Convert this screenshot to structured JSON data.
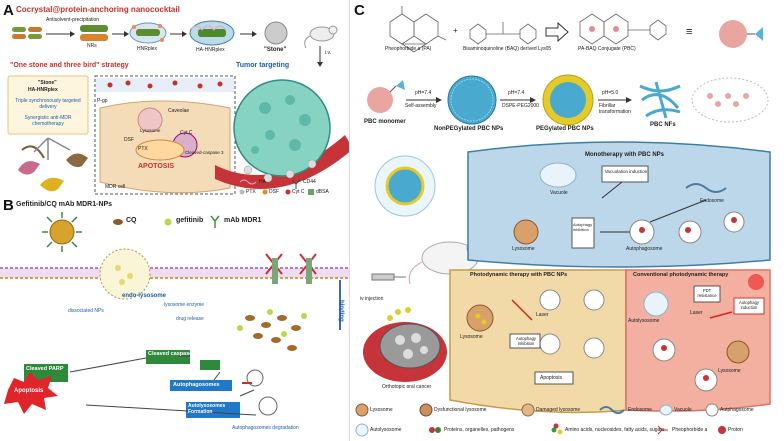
{
  "panel_a": {
    "letter": "A",
    "title": "Cocrystal@protein-anchoring nanococktail",
    "step1": "Antisolvent-precipitation",
    "np_labels": [
      "NRs",
      "HNRplex",
      "HA-HNRplex"
    ],
    "stone": "\"Stone\"",
    "route": "i.v.",
    "strategy": "\"One stone and three bird\" strategy",
    "tumor_targeting": "Tumor targeting",
    "stone_box_title1": "\"Stone\"",
    "stone_box_title2": "HA-HNRplex",
    "stone_box_items": [
      "Triple synchronously targeted delivery",
      "Synergistic anti-MDR chemotherapy"
    ],
    "cell_labels": [
      "P-gp",
      "Caveolae",
      "Lysosome",
      "Cyt C",
      "Cleaved-caspase 3",
      "APOTOSIS",
      "MDR cell"
    ],
    "drug_labels": [
      "DSF",
      "PTX"
    ],
    "legend": [
      "HA",
      "CD44",
      "PTX",
      "DSF",
      "Cyt C",
      "dBSA"
    ]
  },
  "panel_b": {
    "letter": "B",
    "title": "Gefitinib/CQ mAb MDR1-NPs",
    "legend": [
      "CQ",
      "gefitinib",
      "mAb MDR1"
    ],
    "labels": [
      "endo-lysosome",
      "lysosome enzyme",
      "drug release",
      "dissociated NPs",
      "binding"
    ],
    "flow": [
      "Cleaved caspase 3",
      "Cleaved PARP",
      "Autophagosomes",
      "Autolysosomes Formation",
      "Autophagosomes degradation",
      "Apoptosis"
    ]
  },
  "panel_c": {
    "letter": "C",
    "compounds": [
      "Pheophorbide a (PA)",
      "Bisaminoquinoline (BAQ) derived Lys05",
      "PA-BAQ Conjugate (PBC)"
    ],
    "plus": "+",
    "equals": "≡",
    "assembly": [
      "PBC monomer",
      "NonPEGylated PBC NPs",
      "PEGylated PBC NPs",
      "PBC NFs"
    ],
    "arrows": [
      "pH=7.4",
      "Self-assembly",
      "pH=7.4",
      "DSPE-PEG2000",
      "pH=5.0",
      "Fibrillar transformation"
    ],
    "mono_title": "Monotherapy with PBC NPs",
    "mono_labels": [
      "Vacuolation induction",
      "Vacuole",
      "Endosome",
      "Lysosome",
      "Autophagy inhibition",
      "Autophagosome"
    ],
    "iv": "iv injection",
    "tumor": "Orthotopic oral cancer",
    "pdt_title": "Photodynamic therapy with PBC NPs",
    "pdt_labels": [
      "Lysosome",
      "Laser",
      "Autophagy inhibition",
      "Apoptosis"
    ],
    "conv_title": "Conventional photodynamic therapy",
    "conv_labels": [
      "PDT resistance",
      "Autophagy induction",
      "Autolysosome",
      "Laser",
      "Lysosome"
    ],
    "legend": [
      "Lysosome",
      "Dysfunctional lysosome",
      "Damaged lysosome",
      "Endosome",
      "Vacuole",
      "Autphagosome",
      "Autolysosome",
      "Proteins, organelles, pathogens",
      "Amino acids, nucleosides, fatty acids, sugars",
      "Pheophorbide a",
      "Proton"
    ]
  }
}
